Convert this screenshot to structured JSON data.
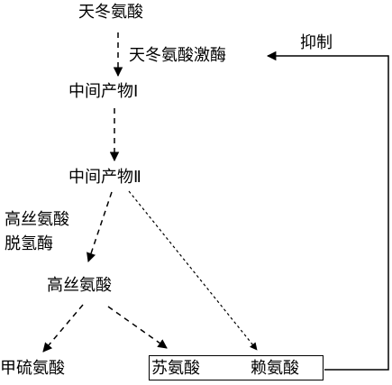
{
  "nodes": {
    "aspartate": "天冬氨酸",
    "aspartate_kinase": "天冬氨酸激酶",
    "intermediate_1": "中间产物Ⅰ",
    "intermediate_2": "中间产物Ⅱ",
    "homoserine_dehydrogenase_line1": "高丝氨酸",
    "homoserine_dehydrogenase_line2": "脱氢酶",
    "homoserine": "高丝氨酸",
    "methionine": "甲硫氨酸",
    "threonine": "苏氨酸",
    "lysine": "赖氨酸"
  },
  "feedback": {
    "label": "抑制"
  },
  "colors": {
    "line": "#000000",
    "text": "#000000",
    "background": "#ffffff"
  }
}
